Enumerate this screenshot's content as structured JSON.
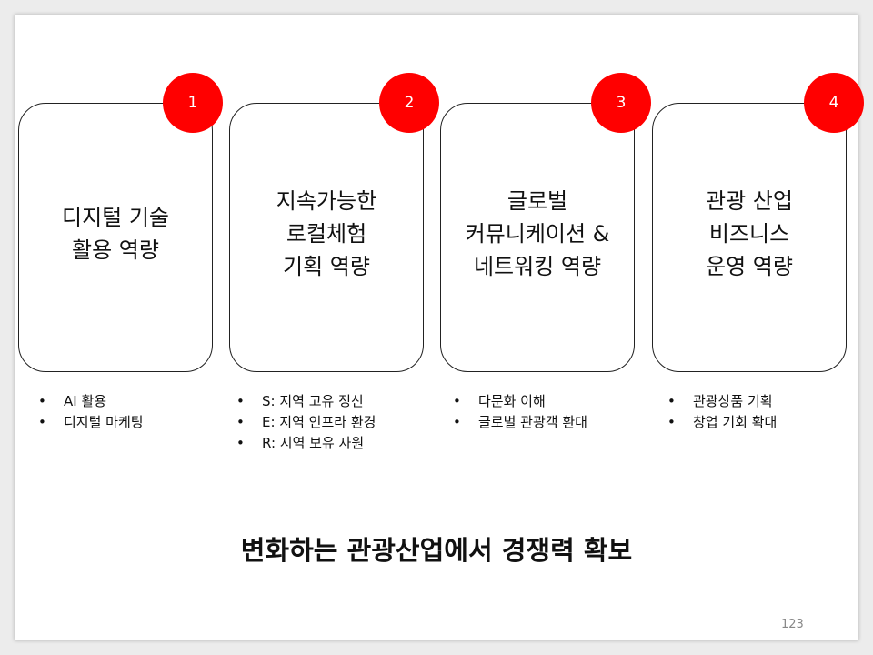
{
  "cards": [
    {
      "number": "1",
      "title": "디지털 기술\n활용 역량",
      "bullets": [
        "AI 활용",
        "디지털 마케팅"
      ]
    },
    {
      "number": "2",
      "title": "지속가능한\n로컬체험\n기획 역량",
      "bullets": [
        "S: 지역 고유 정신",
        "E: 지역 인프라 환경",
        "R: 지역 보유 자원"
      ]
    },
    {
      "number": "3",
      "title": "글로벌\n커뮤니케이션 &\n네트워킹 역량",
      "bullets": [
        "다문화 이해",
        "글로벌 관광객 환대"
      ]
    },
    {
      "number": "4",
      "title": "관광 산업\n비즈니스\n운영 역량",
      "bullets": [
        "관광상품 기획",
        "창업 기회 확대"
      ]
    }
  ],
  "headline": "변화하는 관광산업에서 경쟁력 확보",
  "page_number": "123",
  "colors": {
    "badge": "#ff0000",
    "card_border": "#222222",
    "background": "#ffffff"
  }
}
